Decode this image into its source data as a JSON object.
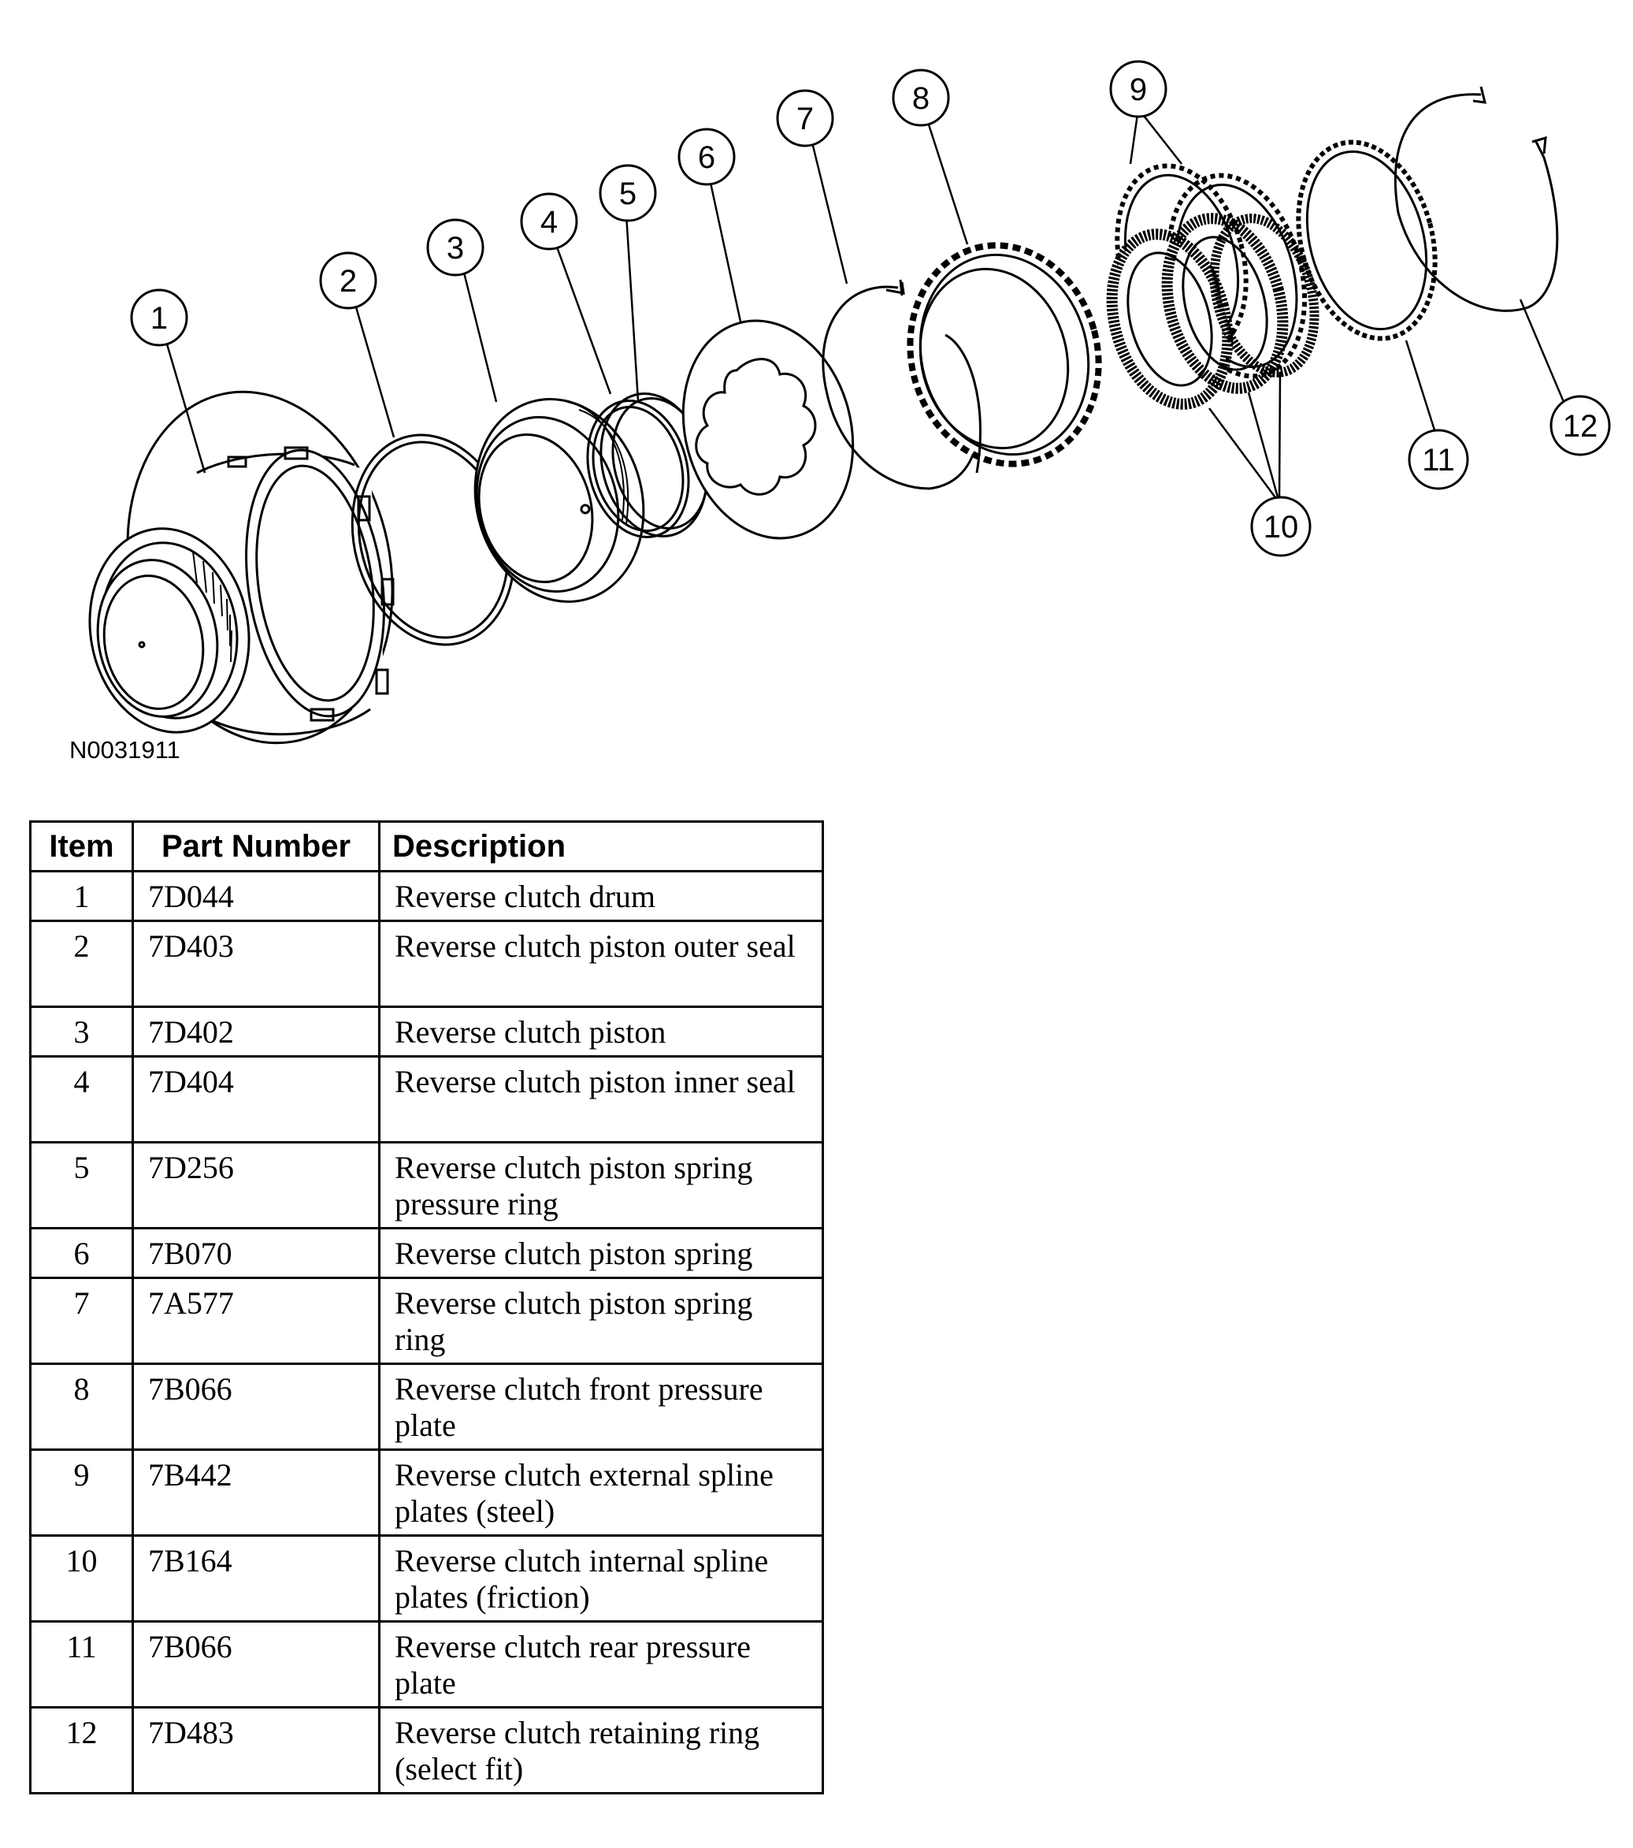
{
  "figure": {
    "id": "N0031911",
    "callouts": [
      "1",
      "2",
      "3",
      "4",
      "5",
      "6",
      "7",
      "8",
      "9",
      "10",
      "11",
      "12"
    ]
  },
  "table": {
    "headers": {
      "item": "Item",
      "part_number": "Part Number",
      "description": "Description"
    },
    "rows": [
      {
        "item": "1",
        "part": "7D044",
        "desc": "Reverse clutch drum"
      },
      {
        "item": "2",
        "part": "7D403",
        "desc": "Reverse clutch piston outer seal"
      },
      {
        "item": "3",
        "part": "7D402",
        "desc": "Reverse clutch piston"
      },
      {
        "item": "4",
        "part": "7D404",
        "desc": "Reverse clutch piston inner seal"
      },
      {
        "item": "5",
        "part": "7D256",
        "desc": "Reverse clutch piston spring pressure ring"
      },
      {
        "item": "6",
        "part": "7B070",
        "desc": "Reverse clutch piston spring"
      },
      {
        "item": "7",
        "part": "7A577",
        "desc": "Reverse clutch piston spring ring"
      },
      {
        "item": "8",
        "part": "7B066",
        "desc": "Reverse clutch front pressure plate"
      },
      {
        "item": "9",
        "part": "7B442",
        "desc": "Reverse clutch external spline plates (steel)"
      },
      {
        "item": "10",
        "part": "7B164",
        "desc": "Reverse clutch internal spline plates (friction)"
      },
      {
        "item": "11",
        "part": "7B066",
        "desc": "Reverse clutch rear pressure plate"
      },
      {
        "item": "12",
        "part": "7D483",
        "desc": "Reverse clutch retaining ring (select fit)"
      }
    ]
  }
}
